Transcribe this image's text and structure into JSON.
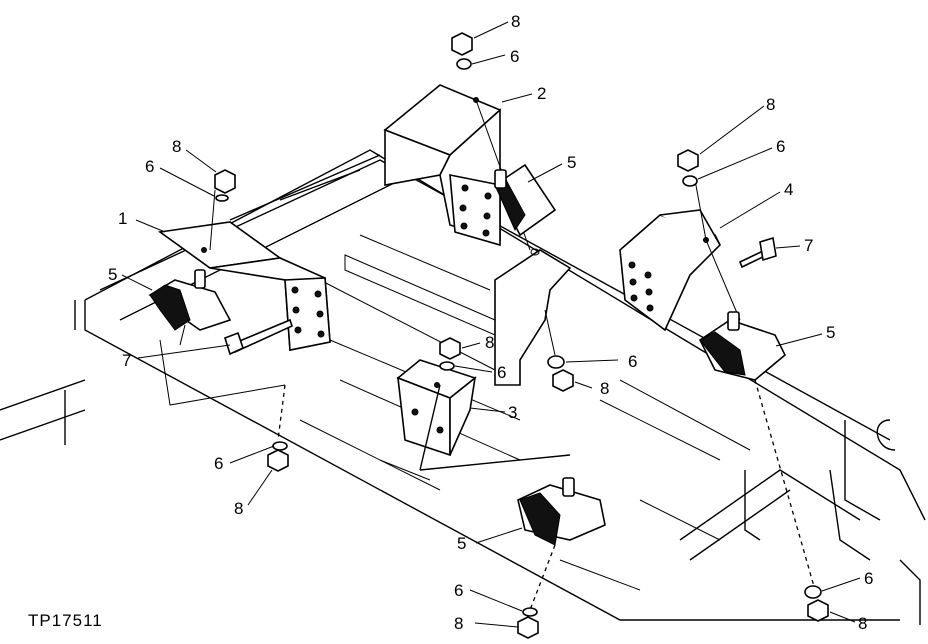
{
  "figure_id": "TP17511",
  "callouts": {
    "c1": "1",
    "c2": "2",
    "c3": "3",
    "c4": "4",
    "c5": "5",
    "c6": "6",
    "c7": "7",
    "c8": "8"
  }
}
